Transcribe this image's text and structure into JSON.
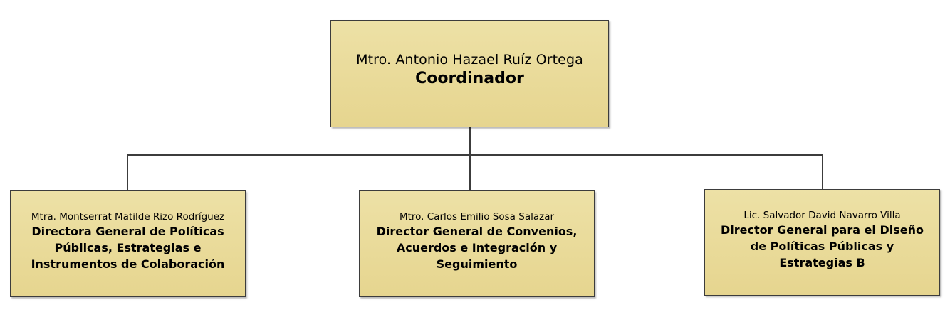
{
  "colors": {
    "node_fill_top": "#ede1a6",
    "node_fill_bottom": "#e6d58f",
    "node_border": "#3c3c3c",
    "connector": "#3c3c3c"
  },
  "org_chart": {
    "root": {
      "name": "Mtro. Antonio Hazael Ruíz Ortega",
      "title": "Coordinador"
    },
    "children": [
      {
        "name": "Mtra. Montserrat Matilde Rizo Rodríguez",
        "title": "Directora General de Políticas Públicas, Estrategias e Instrumentos de Colaboración"
      },
      {
        "name": "Mtro. Carlos Emilio Sosa Salazar",
        "title": "Director General de Convenios, Acuerdos e Integración y Seguimiento"
      },
      {
        "name": "Lic. Salvador David Navarro Villa",
        "title": "Director General para el Diseño de Políticas Públicas y Estrategias B"
      }
    ]
  }
}
